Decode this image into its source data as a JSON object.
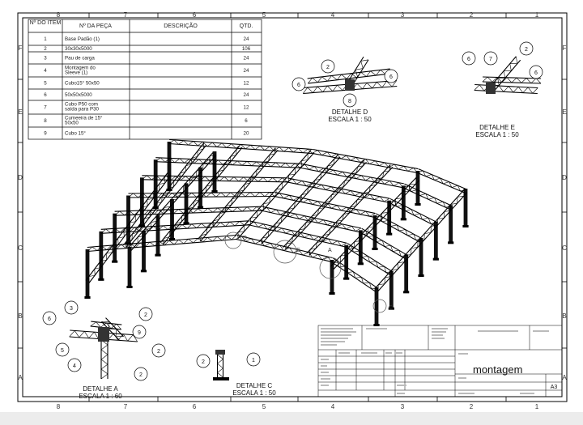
{
  "sheet": {
    "zone_columns": [
      "8",
      "7",
      "6",
      "5",
      "4",
      "3",
      "2",
      "1"
    ],
    "zone_rows": [
      "F",
      "E",
      "D",
      "C",
      "B",
      "A"
    ]
  },
  "bom": {
    "headers": [
      "Nº DO ITEM",
      "Nº DA PEÇA",
      "DESCRIÇÃO",
      "QTD."
    ],
    "rows": [
      {
        "item": "1",
        "part": "Base Padão (1)",
        "desc": "",
        "qty": "24"
      },
      {
        "item": "2",
        "part": "30x30x5000",
        "desc": "",
        "qty": "106"
      },
      {
        "item": "3",
        "part": "Pau de carga",
        "desc": "",
        "qty": "24"
      },
      {
        "item": "4",
        "part": "Montagem do Sleeve (1)",
        "desc": "",
        "qty": "24"
      },
      {
        "item": "5",
        "part": "Cubo15° 50x50",
        "desc": "",
        "qty": "12"
      },
      {
        "item": "6",
        "part": "50x50x5000",
        "desc": "",
        "qty": "24"
      },
      {
        "item": "7",
        "part": "Cubo P50 com saída para P30",
        "desc": "",
        "qty": "12"
      },
      {
        "item": "8",
        "part": "Cumeeira de 15° 50x50",
        "desc": "",
        "qty": "6"
      },
      {
        "item": "9",
        "part": "Cubo 15°",
        "desc": "",
        "qty": "20"
      }
    ]
  },
  "details": {
    "a": {
      "title": "DETALHE A",
      "scale": "ESCALA 1 : 60",
      "balloons": [
        "6",
        "3",
        "2",
        "9",
        "2",
        "5",
        "4",
        "2"
      ]
    },
    "c": {
      "title": "DETALHE C",
      "scale": "ESCALA 1 : 50",
      "balloons": [
        "2",
        "1"
      ]
    },
    "d": {
      "title": "DETALHE D",
      "scale": "ESCALA 1 : 50",
      "balloons": [
        "2",
        "6",
        "6",
        "8"
      ]
    },
    "e": {
      "title": "DETALHE E",
      "scale": "ESCALA 1 : 50",
      "balloons": [
        "6",
        "7",
        "2",
        "6"
      ]
    }
  },
  "callouts": {
    "a": "A",
    "c": "C",
    "d": "D",
    "e": "E"
  },
  "titleblock": {
    "title": "montagem",
    "sheet_size": "A3"
  }
}
